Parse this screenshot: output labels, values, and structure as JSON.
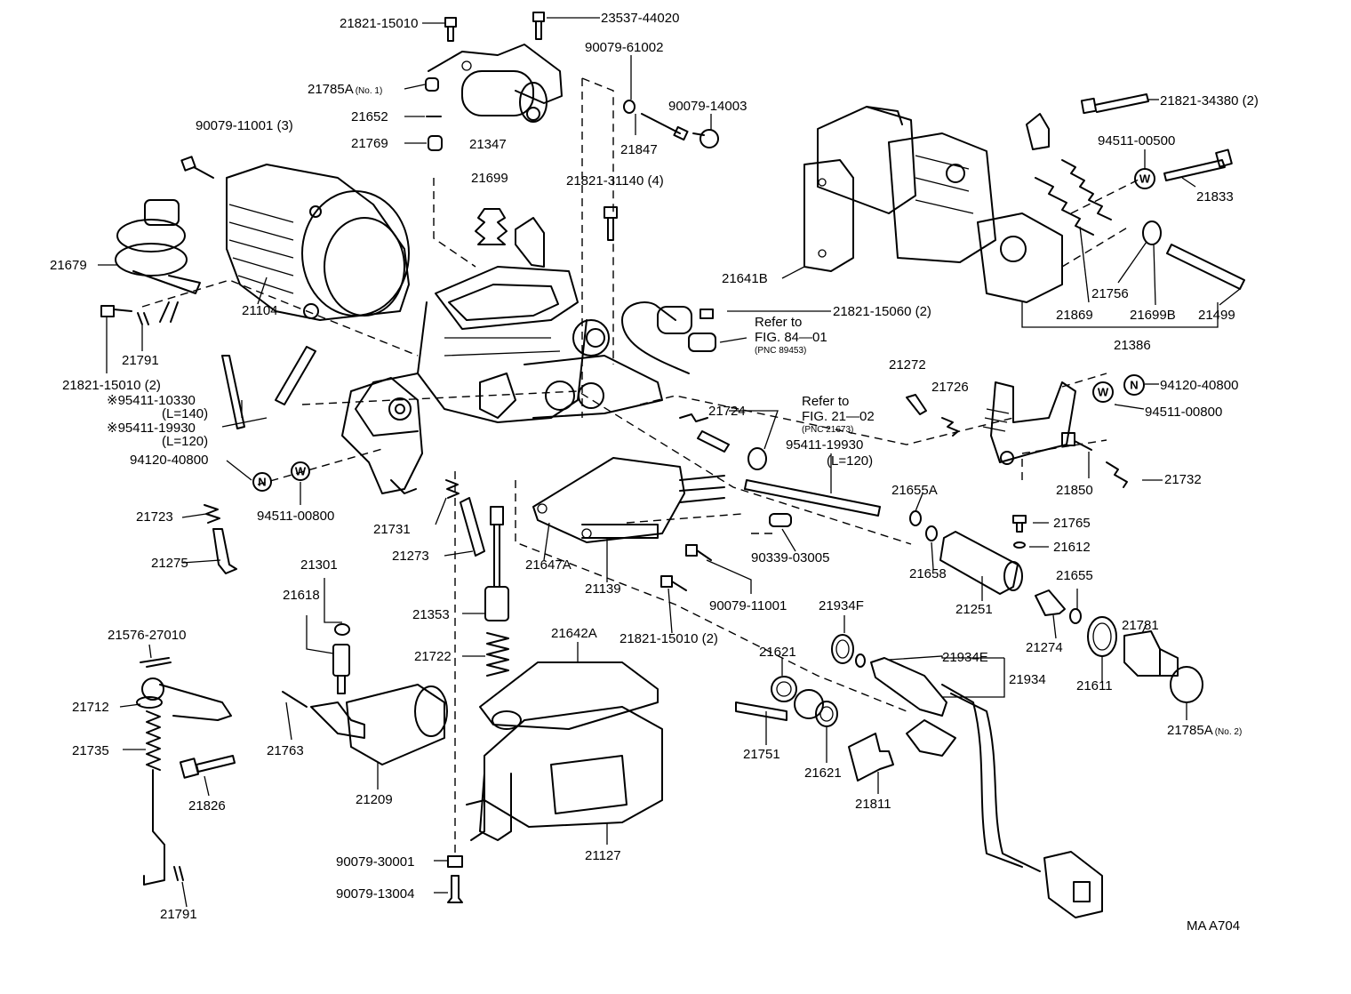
{
  "labels": {
    "p21821_15010_top": "21821-15010",
    "p23537_44020": "23537-44020",
    "p90079_61002": "90079-61002",
    "p21785a_no1": "21785A",
    "p21785a_no1_sub": "(No. 1)",
    "p21652": "21652",
    "p21769": "21769",
    "p21347": "21347",
    "p90079_14003": "90079-14003",
    "p21847": "21847",
    "p90079_11001_3": "90079-11001 (3)",
    "p21699": "21699",
    "p21821_31140_4": "21821-31140 (4)",
    "p21821_34380_2": "21821-34380 (2)",
    "p94511_00500": "94511-00500",
    "p21833": "21833",
    "p21679": "21679",
    "p21641b": "21641B",
    "p21756": "21756",
    "p21104": "21104",
    "p21821_15060_2": "21821-15060 (2)",
    "p21869": "21869",
    "p21699b": "21699B",
    "p21499": "21499",
    "p21386": "21386",
    "p21791_top": "21791",
    "refer_to_1": "Refer to",
    "fig_84_01": "FIG. 84—01",
    "pnc_89453": "(PNC 89453)",
    "p21821_15010_2_left": "21821-15010 (2)",
    "p95411_10330": "※95411-10330",
    "l140": "(L=140)",
    "p95411_19930_left": "※95411-19930",
    "l120_left": "(L=120)",
    "p94120_40800_left": "94120-40800",
    "p94511_00800_left": "94511-00800",
    "p21272": "21272",
    "p21726": "21726",
    "p94120_40800_right": "94120-40800",
    "p94511_00800_right": "94511-00800",
    "p21724": "21724",
    "refer_to_2": "Refer to",
    "fig_21_02": "FIG. 21—02",
    "pnc_21673": "(PNC 21673)",
    "p95411_19930_mid": "95411-19930",
    "l120_mid": "(L=120)",
    "p21850": "21850",
    "p21732": "21732",
    "p21723": "21723",
    "p21731": "21731",
    "p21655a": "21655A",
    "p21765": "21765",
    "p21612": "21612",
    "p21275": "21275",
    "p21273": "21273",
    "p21647a": "21647A",
    "p90339_03005": "90339-03005",
    "p21658": "21658",
    "p21655": "21655",
    "p21301": "21301",
    "p21618": "21618",
    "p21139": "21139",
    "p90079_11001_mid": "90079-11001",
    "p21251": "21251",
    "p21934f": "21934F",
    "p21781": "21781",
    "p21353": "21353",
    "p21576_27010": "21576-27010",
    "p21821_15010_2_mid": "21821-15010 (2)",
    "p21642a": "21642A",
    "p21274": "21274",
    "p21621_top": "21621",
    "p21722": "21722",
    "p21934e": "21934E",
    "p21611": "21611",
    "p21712": "21712",
    "p21934": "21934",
    "p21785a_no2": "21785A",
    "p21785a_no2_sub": "(No. 2)",
    "p21735": "21735",
    "p21763": "21763",
    "p21751": "21751",
    "p21826": "21826",
    "p21621_bot": "21621",
    "p21811": "21811",
    "p21209": "21209",
    "p21127": "21127",
    "p90079_30001": "90079-30001",
    "p90079_13004": "90079-13004",
    "p21791_bot": "21791",
    "ma_a704": "MA A704"
  },
  "washer_marks": {
    "w": "W",
    "n": "N"
  }
}
